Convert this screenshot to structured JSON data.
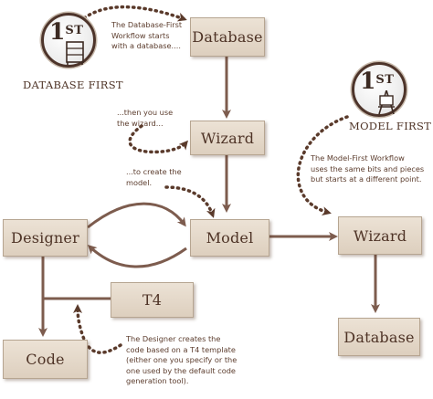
{
  "colors": {
    "arrow": "#7d5c4e",
    "dotted": "#5a3a2b",
    "box_fill": "#e6dacb",
    "box_border": "#b6a591",
    "text": "#4e3326"
  },
  "badges": {
    "database_first": {
      "number": "1",
      "suffix": "ST",
      "caption": "DATABASE FIRST",
      "icon": "furniture-icon"
    },
    "model_first": {
      "number": "1",
      "suffix": "ST",
      "caption": "MODEL FIRST",
      "icon": "easel-icon"
    }
  },
  "boxes": {
    "database_top": "Database",
    "wizard_left": "Wizard",
    "designer": "Designer",
    "model": "Model",
    "wizard_right": "Wizard",
    "t4": "T4",
    "code": "Code",
    "database_bottom": "Database"
  },
  "notes": {
    "db_first": "The Database-First\nWorkflow starts\nwith a database....",
    "then_wizard": "...then you use\nthe wizard...",
    "to_create": "...to create the\nmodel.",
    "model_first": "The Model-First Workflow\nuses the same bits and pieces\nbut starts at a different point.",
    "designer_creates": "The Designer creates the\ncode based on a T4 template\n(either one you specify or the\none used by the default code\ngeneration tool)."
  }
}
